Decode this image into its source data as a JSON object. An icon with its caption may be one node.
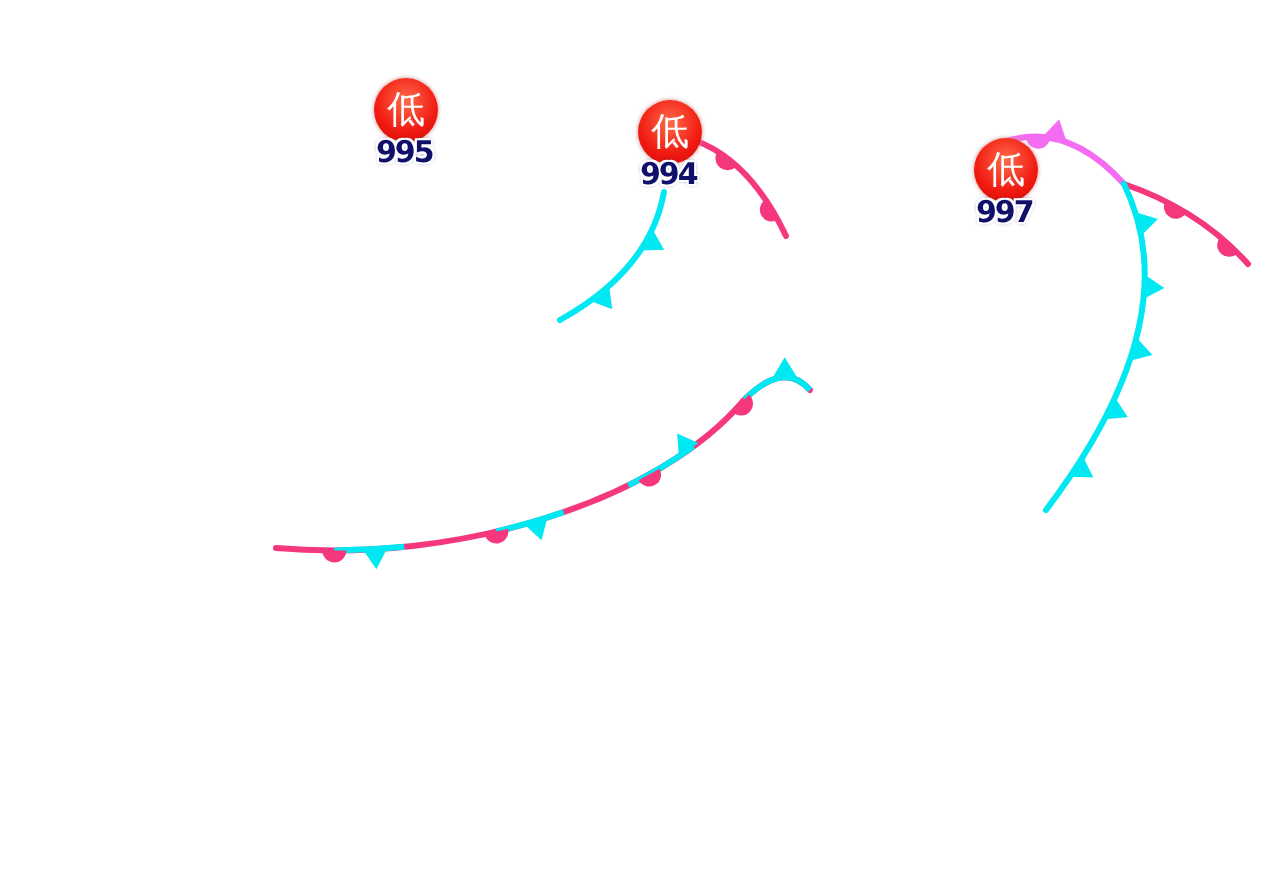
{
  "diagram": {
    "nodes": [
      {
        "text": [
          "低"
        ],
        "beside": [
          "995"
        ]
      },
      {
        "text": [
          "低"
        ],
        "beside": [
          "994"
        ]
      },
      {
        "text": [
          "低"
        ],
        "beside": [
          "997"
        ]
      }
    ]
  }
}
